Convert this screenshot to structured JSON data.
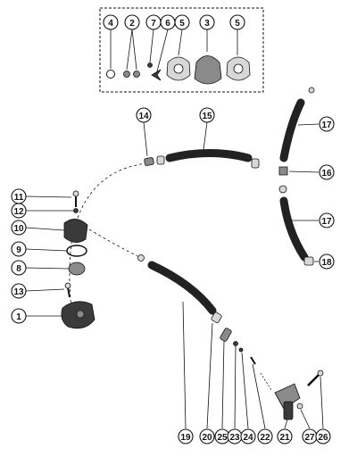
{
  "diagram": {
    "callouts": [
      {
        "id": "c4",
        "label": "4"
      },
      {
        "id": "c2",
        "label": "2"
      },
      {
        "id": "c7",
        "label": "7"
      },
      {
        "id": "c6",
        "label": "6"
      },
      {
        "id": "c5a",
        "label": "5"
      },
      {
        "id": "c3",
        "label": "3"
      },
      {
        "id": "c5b",
        "label": "5"
      },
      {
        "id": "c14",
        "label": "14"
      },
      {
        "id": "c15",
        "label": "15"
      },
      {
        "id": "c17a",
        "label": "17"
      },
      {
        "id": "c16",
        "label": "16"
      },
      {
        "id": "c17b",
        "label": "17"
      },
      {
        "id": "c18",
        "label": "18"
      },
      {
        "id": "c11",
        "label": "11"
      },
      {
        "id": "c12",
        "label": "12"
      },
      {
        "id": "c10",
        "label": "10"
      },
      {
        "id": "c9",
        "label": "9"
      },
      {
        "id": "c8",
        "label": "8"
      },
      {
        "id": "c13",
        "label": "13"
      },
      {
        "id": "c1",
        "label": "1"
      },
      {
        "id": "c19",
        "label": "19"
      },
      {
        "id": "c20",
        "label": "20"
      },
      {
        "id": "c25",
        "label": "25"
      },
      {
        "id": "c23",
        "label": "23"
      },
      {
        "id": "c24",
        "label": "24"
      },
      {
        "id": "c22",
        "label": "22"
      },
      {
        "id": "c21",
        "label": "21"
      },
      {
        "id": "c27",
        "label": "27"
      },
      {
        "id": "c26",
        "label": "26"
      }
    ]
  }
}
